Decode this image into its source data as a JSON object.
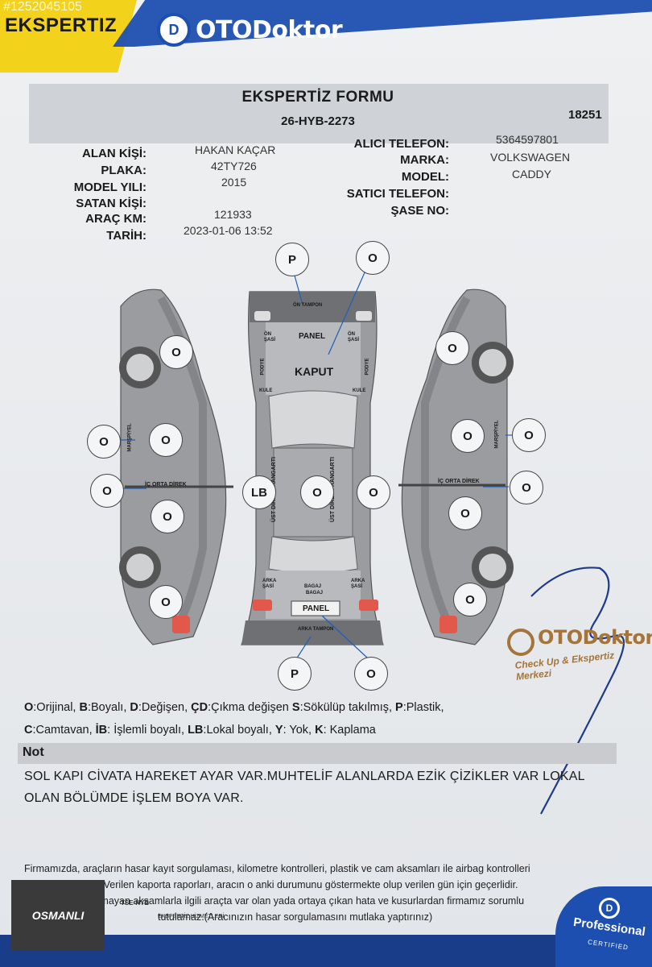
{
  "watermark_id": "#1252045105",
  "header": {
    "tag_label": "EKSPERTIZ",
    "brand_name": "OTODoktor",
    "brand_mark": "D"
  },
  "form": {
    "title": "EKSPERTİZ FORMU",
    "plate_header": "26-HYB-2273",
    "form_no": "18251"
  },
  "fields_left": [
    {
      "label": "ALAN KİŞİ:",
      "value": "HAKAN KAÇAR"
    },
    {
      "label": "PLAKA:",
      "value": "42TY726"
    },
    {
      "label": "MODEL YILI:",
      "value": "2015"
    },
    {
      "label": "SATAN KİŞİ:",
      "value": ""
    },
    {
      "label": "ARAÇ KM:",
      "value": "121933"
    },
    {
      "label": "TARİH:",
      "value": "2023-01-06 13:52"
    }
  ],
  "fields_right": [
    {
      "label": "ALICI TELEFON:",
      "value": "5364597801"
    },
    {
      "label": "MARKA:",
      "value": "VOLKSWAGEN"
    },
    {
      "label": "MODEL:",
      "value": "CADDY"
    },
    {
      "label": "SATICI TELEFON:",
      "value": ""
    },
    {
      "label": "ŞASE NO:",
      "value": ""
    }
  ],
  "diagram": {
    "labels": {
      "on_tampon": "ÖN TAMPON",
      "on_sasi_l": "ÖN ŞASİ",
      "on_sasi_r": "ÖN ŞASİ",
      "panel_top": "PANEL",
      "kaput": "KAPUT",
      "podye_l": "PODYE",
      "podye_r": "PODYE",
      "kule_l": "KULE",
      "kule_r": "KULE",
      "ust_direk_l": "ÜST DİREK FRANGARTI",
      "ust_direk_r": "ÜST DİREK FRANGARTI",
      "arka_sasi_l": "ARKA ŞASİ",
      "arka_sasi_r": "ARKA ŞASİ",
      "bagaj": "BAGAJ",
      "bagaj_top": "BAGAJ",
      "panel_bottom": "PANEL",
      "arka_tampon": "ARKA TAMPON",
      "marspiyel_l": "MARŞPİYEL",
      "marspiyel_r": "MARŞPİYEL",
      "ic_orta_l": "İÇ ORTA DİREK",
      "ic_orta_r": "İÇ ORTA DİREK"
    },
    "parts": {
      "on_tampon": "P",
      "kaput": "O",
      "sol_on_camurluk": "O",
      "sol_marspiyel": "O",
      "sol_on_kapi": "O",
      "sol_ic_orta_direk": "O",
      "sol_arka_kapi": "O",
      "sol_arka_camurluk": "O",
      "tavan_sol": "LB",
      "tavan": "O",
      "tavan_sag": "O",
      "sag_on_camurluk": "O",
      "sag_on_kapi": "O",
      "sag_marspiyel": "O",
      "sag_ic_orta_direk": "O",
      "sag_arka_kapi": "O",
      "sag_arka_camurluk": "O",
      "arka_tampon": "P",
      "bagaj": "O"
    }
  },
  "stamp": {
    "brand": "OTODoktor",
    "tagline": "Check Up & Ekspertiz Merkezi"
  },
  "legend": {
    "line1": [
      {
        "code": "O",
        "text": ":Orijinal, "
      },
      {
        "code": "B",
        "text": ":Boyalı, "
      },
      {
        "code": "D",
        "text": ":Değişen, "
      },
      {
        "code": "ÇD",
        "text": ":Çıkma değişen "
      },
      {
        "code": "S",
        "text": ":Sökülüp takılmış, "
      },
      {
        "code": "P",
        "text": ":Plastik,"
      }
    ],
    "line2": [
      {
        "code": "C",
        "text": ":Camtavan, "
      },
      {
        "code": "İB",
        "text": ": İşlemli boyalı, "
      },
      {
        "code": "LB",
        "text": ":Lokal boyalı, "
      },
      {
        "code": "Y",
        "text": ": Yok, "
      },
      {
        "code": "K",
        "text": ": Kaplama"
      }
    ]
  },
  "notes": {
    "label": "Not",
    "line1": "SOL KAPI CİVATA HAREKET AYAR VAR.MUHTELİF ALANLARDA EZİK ÇİZİKLER VAR LOKAL",
    "line2": "OLAN BÖLÜMDE İŞLEM BOYA VAR."
  },
  "disclaimer": {
    "line1": "Firmamızda, araçların hasar kayıt sorgulaması, kilometre kontrolleri, plastik ve cam aksamları ile airbag kontrolleri",
    "line2": "yapılmamaktadır. Verilen kaporta raporları, aracın o anki durumunu göstermekte olup verilen gün için geçerlidir.",
    "line3": "Kontrolü yapılmayan aksamlarla ilgili araçta var olan yada ortaya çıkan hata ve kusurlardan firmamız sorumlu",
    "line4": "tutulamaz.(Aracınızın hasar sorgulamasını mutlaka yaptırınız)"
  },
  "footer": {
    "dealer": "OSMANLI",
    "badge_tse": "TSE-HYB",
    "badge_ekspertiz": "EKSPERTİZ HİZMETLERİ",
    "pro_label": "Professional",
    "pro_certified": "CERTIFIED",
    "pro_mark": "D"
  },
  "colors": {
    "brand_blue": "#1d4fb0",
    "tag_yellow": "#f2d21a",
    "stamp_gold": "#a5743a",
    "signature_blue": "#1e3a8a"
  }
}
